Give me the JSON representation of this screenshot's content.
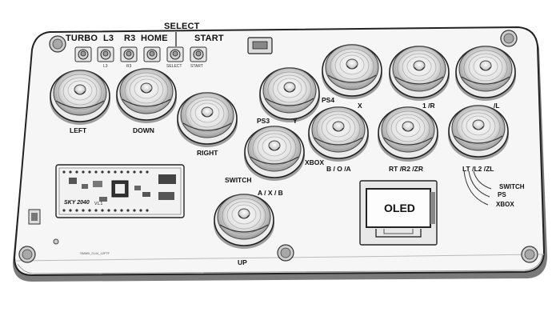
{
  "top_labels": {
    "turbo": "TURBO",
    "l3": "L3",
    "r3": "R3",
    "home": "HOME",
    "select": "SELECT",
    "start": "START"
  },
  "small_button_labels": {
    "l3": "L3",
    "r3": "R3",
    "select": "SELECT",
    "start": "START"
  },
  "button_labels": {
    "left": "LEFT",
    "down": "DOWN",
    "right": "RIGHT",
    "up": "UP",
    "ps3": "PS3",
    "ps4": "PS4",
    "square": "X",
    "triangle_partial": "1 /R",
    "l1_partial": "/L",
    "xbox": "XBOX",
    "switch": "SWITCH",
    "a_x_b": "A / X / B",
    "b_o_a": "B / O /A",
    "rt_r2_zr": "RT /R2 /ZR",
    "lt_l2_zl": "LT /L2 /ZL"
  },
  "board": {
    "name": "SKY 2040",
    "version": "V1.1"
  },
  "oled": "OLED",
  "legend": {
    "switch": "SWITCH",
    "ps": "PS",
    "xbox": "XBOX"
  },
  "serial": "SMMB_2144_12FTF"
}
